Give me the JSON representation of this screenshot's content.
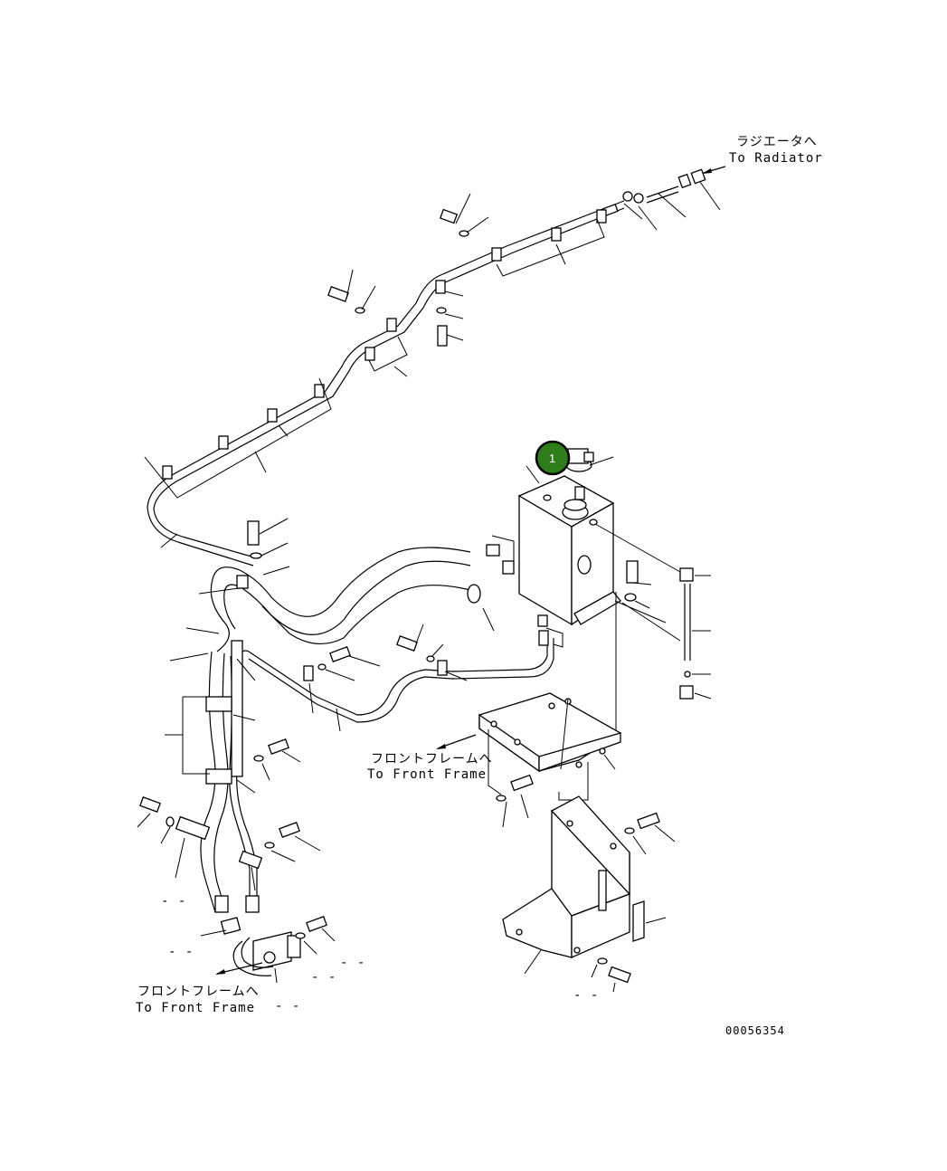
{
  "labels": {
    "radiator_jp": "ラジエータへ",
    "radiator_en": "To Radiator",
    "front_frame_mid_jp": "フロントフレームへ",
    "front_frame_mid_en": "To Front Frame",
    "front_frame_low_jp": "フロントフレームへ",
    "front_frame_low_en": "To Front Frame",
    "drawing_number": "00056354"
  },
  "callout": {
    "number": "1",
    "color": "#2e7d1a",
    "ring_color": "#000000"
  },
  "dash_marks": [
    "- -",
    "- -",
    "- -",
    "- -",
    "- -",
    "- -"
  ]
}
